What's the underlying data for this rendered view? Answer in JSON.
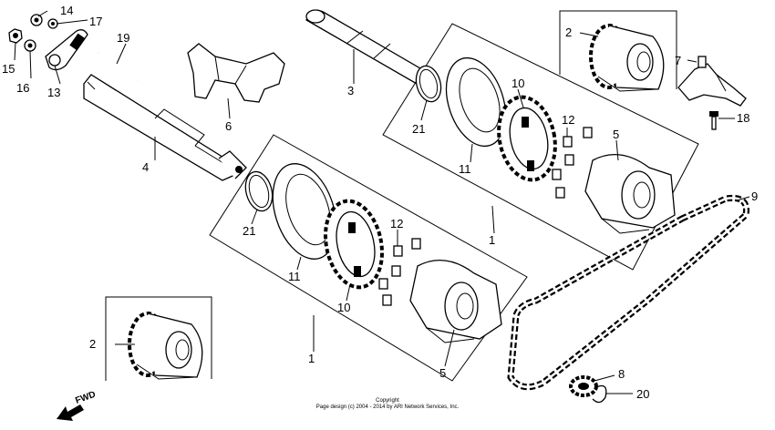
{
  "callouts": {
    "c1a": "1",
    "c1b": "1",
    "c2a": "2",
    "c2b": "2",
    "c3": "3",
    "c4": "4",
    "c5a": "5",
    "c5b": "5",
    "c6": "6",
    "c7": "7",
    "c8": "8",
    "c9": "9",
    "c10a": "10",
    "c10b": "10",
    "c11a": "11",
    "c11b": "11",
    "c12a": "12",
    "c12b": "12",
    "c13": "13",
    "c14": "14",
    "c15": "15",
    "c16": "16",
    "c17": "17",
    "c18": "18",
    "c19": "19",
    "c20": "20",
    "c21a": "21",
    "c21b": "21"
  },
  "fwd_label": "FWD",
  "copyright": {
    "line1": "Copyright",
    "line2": "Page design (c) 2004 - 2014 by ARI Network Services, Inc."
  }
}
